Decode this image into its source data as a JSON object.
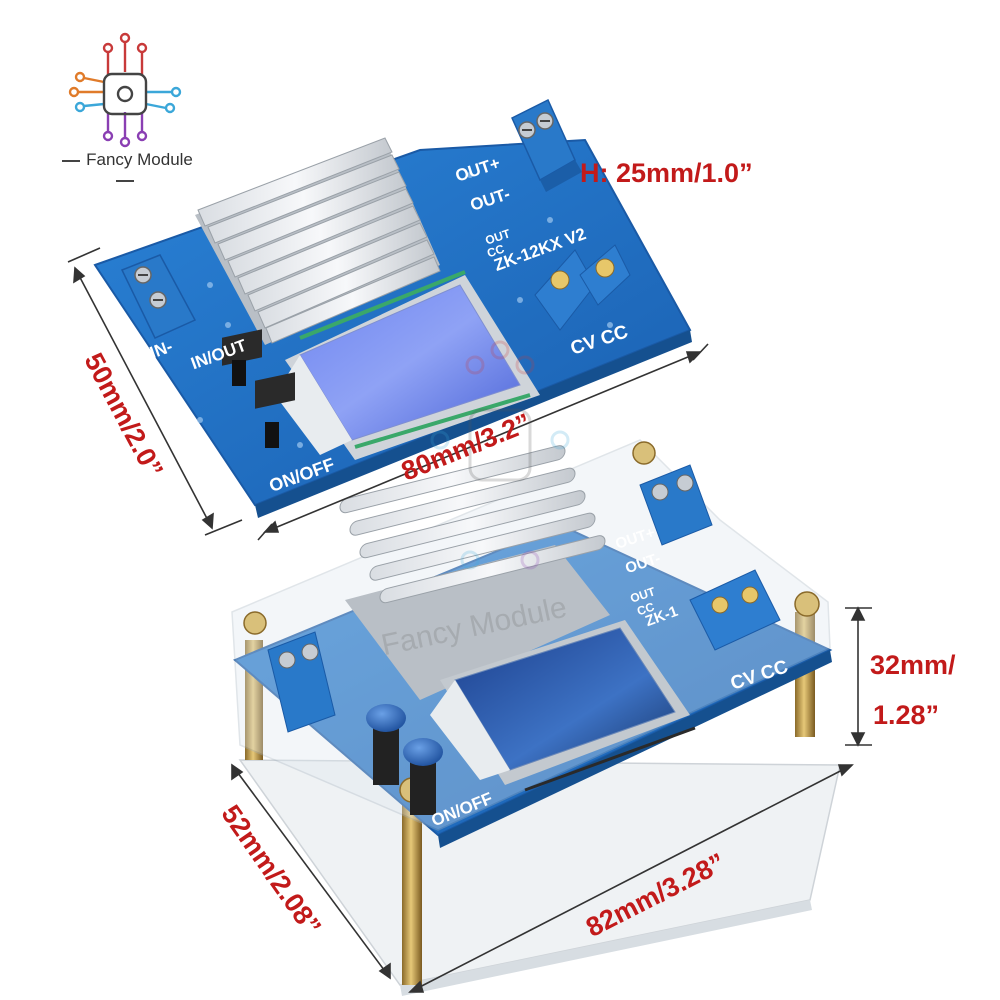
{
  "brand": {
    "name": "Fancy Module",
    "icon": "circuit-logo-icon"
  },
  "watermark": "Fancy Module",
  "board": {
    "terminal_labels": [
      "OUT+",
      "OUT-"
    ],
    "mode_labels": [
      "CV CC"
    ],
    "led_labels": [
      "OUT",
      "CC"
    ],
    "model": "ZK-12KX V2",
    "model_partial": "ZK-1",
    "input_label": "IN-",
    "button_labels": [
      "IN/OUT",
      "ON/OFF"
    ]
  },
  "dimensions": {
    "top_board": {
      "height": "H: 25mm/1.0”",
      "width": "80mm/3.2”",
      "depth": "50mm/2.0”"
    },
    "cased_board": {
      "height_line1": "32mm/",
      "height_line2": "1.28”",
      "width": "82mm/3.28”",
      "depth": "52mm/2.08”"
    }
  },
  "colors": {
    "pcb": "#1f6fc4",
    "pcb_dark": "#14539a",
    "terminal": "#2979c9",
    "dimension_text": "#c21a1a",
    "lcd": "#4a66d8",
    "button_cap": "#2f6fc0"
  }
}
